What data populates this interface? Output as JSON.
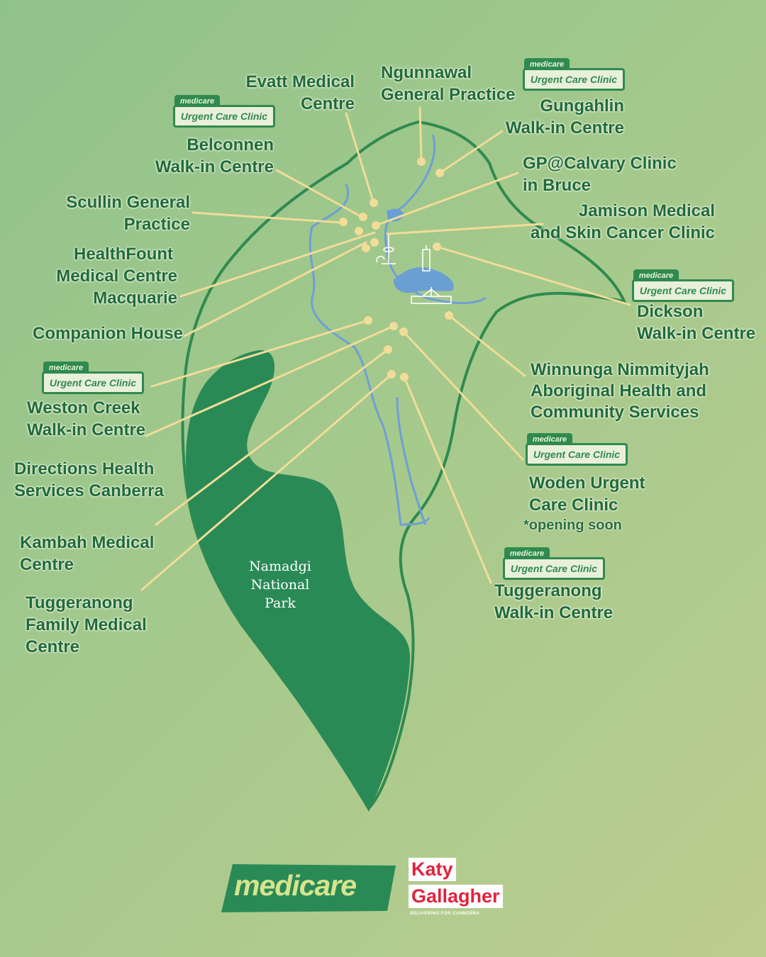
{
  "colors": {
    "background_start": "#8fc28a",
    "background_end": "#bccd8f",
    "outline": "#2f8a4f",
    "park": "#2a8a56",
    "water": "#6a9fd4",
    "river": "#6e9fd6",
    "leader_line": "#f1dc98",
    "label_text": "#1f6b3a",
    "brand_red": "#e0233d"
  },
  "badge": {
    "top": "medicare",
    "bottom": "Urgent Care Clinic"
  },
  "clinics": {
    "evatt": [
      "Evatt Medical",
      "Centre"
    ],
    "ngunnawal": [
      "Ngunnawal",
      "General Practice"
    ],
    "gungahlin": [
      "Gungahlin",
      "Walk-in Centre"
    ],
    "belconnen": [
      "Belconnen",
      "Walk-in Centre"
    ],
    "gp_calvary": [
      "GP@Calvary Clinic",
      "in Bruce"
    ],
    "scullin": [
      "Scullin General",
      "Practice"
    ],
    "jamison": [
      "Jamison Medical",
      "and Skin Cancer Clinic"
    ],
    "healthfount": [
      "HealthFount",
      "Medical Centre",
      "Macquarie"
    ],
    "dickson": [
      "Dickson",
      "Walk-in Centre"
    ],
    "companion": [
      "Companion House"
    ],
    "winnunga": [
      "Winnunga Nimmityjah",
      "Aboriginal Health and",
      "Community Services"
    ],
    "weston": [
      "Weston Creek",
      "Walk-in Centre"
    ],
    "directions": [
      "Directions Health",
      "Services Canberra"
    ],
    "woden": [
      "Woden Urgent",
      "Care Clinic"
    ],
    "woden_note": "*opening soon",
    "kambah": [
      "Kambah Medical",
      "Centre"
    ],
    "tuggeranong_family": [
      "Tuggeranong",
      "Family Medical",
      "Centre"
    ],
    "tuggeranong_walkin": [
      "Tuggeranong",
      "Walk-in Centre"
    ]
  },
  "park": [
    "Namadgi",
    "National",
    "Park"
  ],
  "footer": {
    "medicare": "medicare",
    "katy": "Katy",
    "gallagher": "Gallagher",
    "tagline": "DELIVERING FOR CANBERRA"
  }
}
